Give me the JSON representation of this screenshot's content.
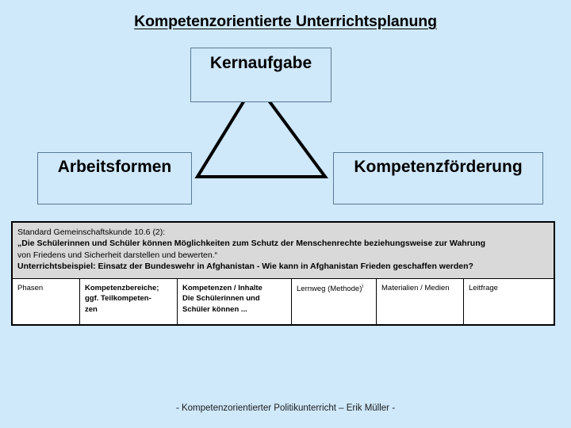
{
  "slide": {
    "title": "Kompetenzorientierte Unterrichtsplanung",
    "background_color": "#cfe8fa",
    "footer": "- Kompetenzorientierter Politikunterricht – Erik Müller -"
  },
  "diagram": {
    "shape": "triangle",
    "outline_color": "#000000",
    "boxes": {
      "top": {
        "label": "Kernaufgabe"
      },
      "left": {
        "label": "Arbeitsformen"
      },
      "right": {
        "label": "Kompetenzförderung"
      }
    }
  },
  "worksheet": {
    "standard": {
      "line1": "Standard Gemeinschaftskunde 10.6 (2):",
      "line2": "„Die Schülerinnen und Schüler können Möglichkeiten zum Schutz der Menschenrechte beziehungsweise zur Wahrung",
      "line3": "von Friedens und Sicherheit darstellen und bewerten.“",
      "line4": "Unterrichtsbeispiel: Einsatz der Bundeswehr in Afghanistan - Wie kann in Afghanistan Frieden geschaffen werden?"
    },
    "columns": [
      {
        "header_line1": "Phasen",
        "header_line2": "",
        "header_line3": ""
      },
      {
        "header_line1": "Kompetenzbereiche;",
        "header_line2": "ggf. Teilkompeten-",
        "header_line3": "zen"
      },
      {
        "header_line1": "Kompetenzen / Inhalte",
        "header_line2": "Die Schülerinnen und",
        "header_line3": "Schüler können ..."
      },
      {
        "header_line1": "Lernweg (Methode)",
        "header_line1_sup": "i",
        "header_line2": "",
        "header_line3": ""
      },
      {
        "header_line1": "Materialien / Medien",
        "header_line2": "",
        "header_line3": ""
      },
      {
        "header_line1": "Leitfrage",
        "header_line2": "",
        "header_line3": ""
      }
    ]
  }
}
